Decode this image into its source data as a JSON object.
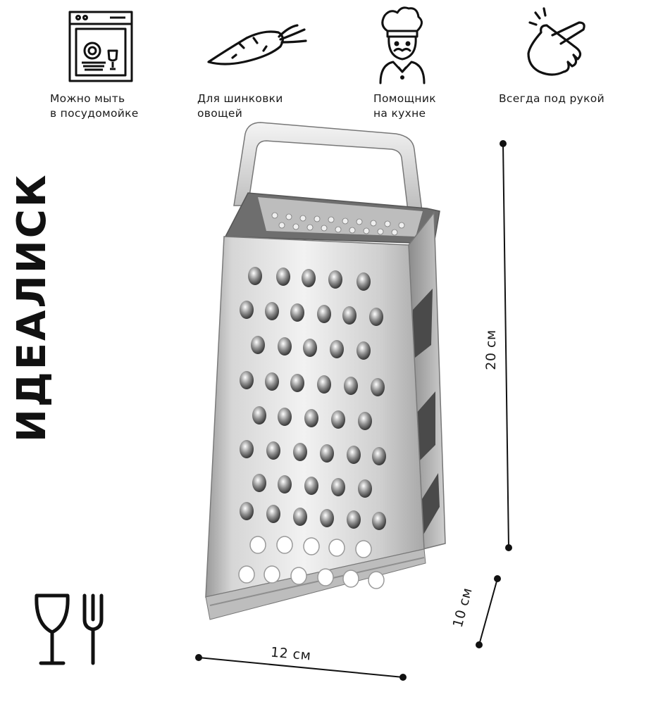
{
  "features": [
    {
      "icon": "dishwasher-icon",
      "line1": "Можно мыть",
      "line2": "в посудомойке"
    },
    {
      "icon": "carrot-icon",
      "line1": "Для шинковки",
      "line2": "овощей"
    },
    {
      "icon": "chef-icon",
      "line1": "Помощник",
      "line2": "на кухне"
    },
    {
      "icon": "hand-touch-icon",
      "line1": "Всегда под рукой",
      "line2": ""
    }
  ],
  "brand": "ИДЕАЛИСК",
  "dimensions": {
    "height": "20 см",
    "depth": "10 см",
    "width": "12 см"
  },
  "food_safe_icon": "glass-fork-icon",
  "colors": {
    "text": "#1a1a1a",
    "steel_light": "#e6e6e6",
    "steel_dark": "#8a8a8a"
  }
}
